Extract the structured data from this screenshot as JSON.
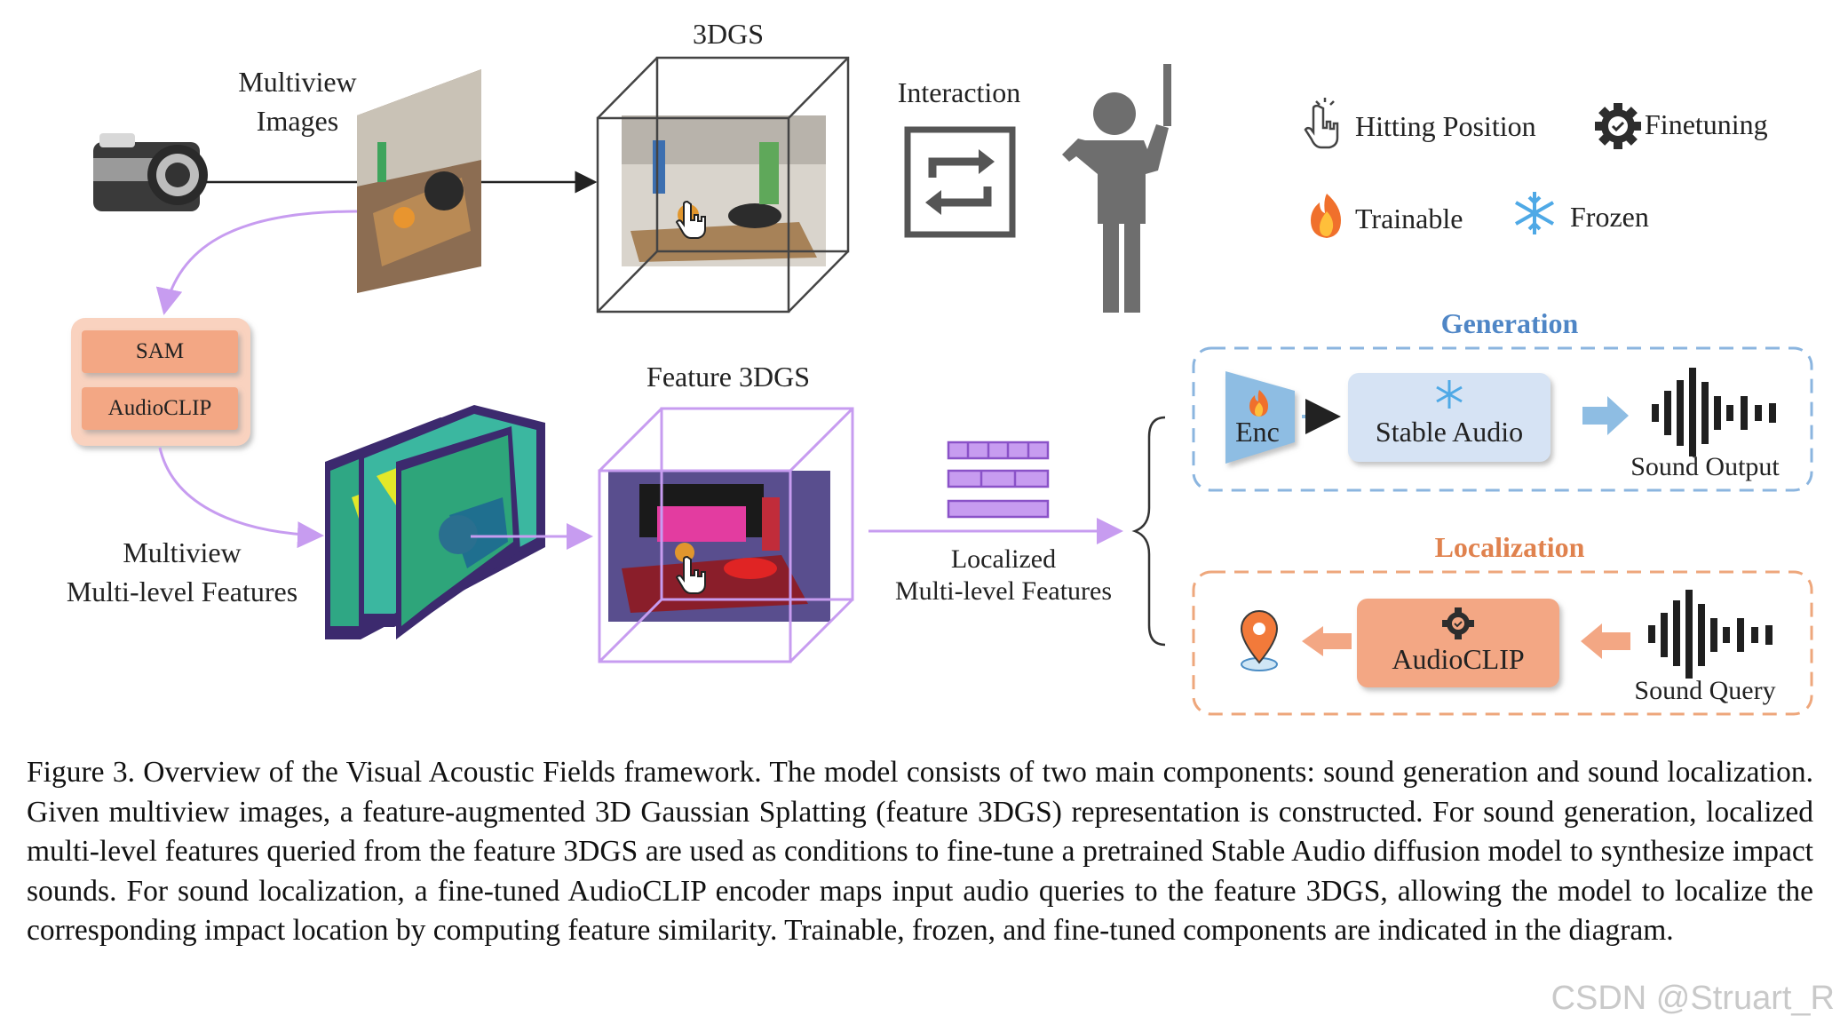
{
  "labels": {
    "top_3dgs": "3DGS",
    "multiview_images": [
      "Multiview",
      "Images"
    ],
    "interaction": "Interaction",
    "feature_3dgs": "Feature 3DGS",
    "multiview_features": [
      "Multiview",
      "Multi-level Features"
    ],
    "localized_features": [
      "Localized",
      "Multi-level Features"
    ]
  },
  "encoders": {
    "sam": "SAM",
    "audioclip": "AudioCLIP"
  },
  "legend": {
    "hitting": "Hitting Position",
    "finetuning": "Finetuning",
    "trainable": "Trainable",
    "frozen": "Frozen"
  },
  "generation": {
    "title": "Generation",
    "enc": "Enc",
    "stable_audio": "Stable Audio",
    "output": "Sound Output"
  },
  "localization": {
    "title": "Localization",
    "audioclip": "AudioCLIP",
    "query": "Sound Query"
  },
  "caption": "Figure 3. Overview of the Visual Acoustic Fields framework. The model consists of two main components: sound generation and sound localization. Given multiview images, a feature-augmented 3D Gaussian Splatting (feature 3DGS) representation is constructed. For sound generation, localized multi-level features queried from the feature 3DGS are used as conditions to fine-tune a pretrained Stable Audio diffusion model to synthesize impact sounds. For sound localization, a fine-tuned AudioCLIP encoder maps input audio queries to the feature 3DGS, allowing the model to localize the corresponding impact location by computing feature similarity. Trainable, frozen, and fine-tuned components are indicated in the diagram.",
  "watermark": "CSDN @Struart_R",
  "colors": {
    "generation": "#4f86c6",
    "localization": "#e0824e",
    "purple": "#c79cf0",
    "sam_box": "#f3a784"
  }
}
